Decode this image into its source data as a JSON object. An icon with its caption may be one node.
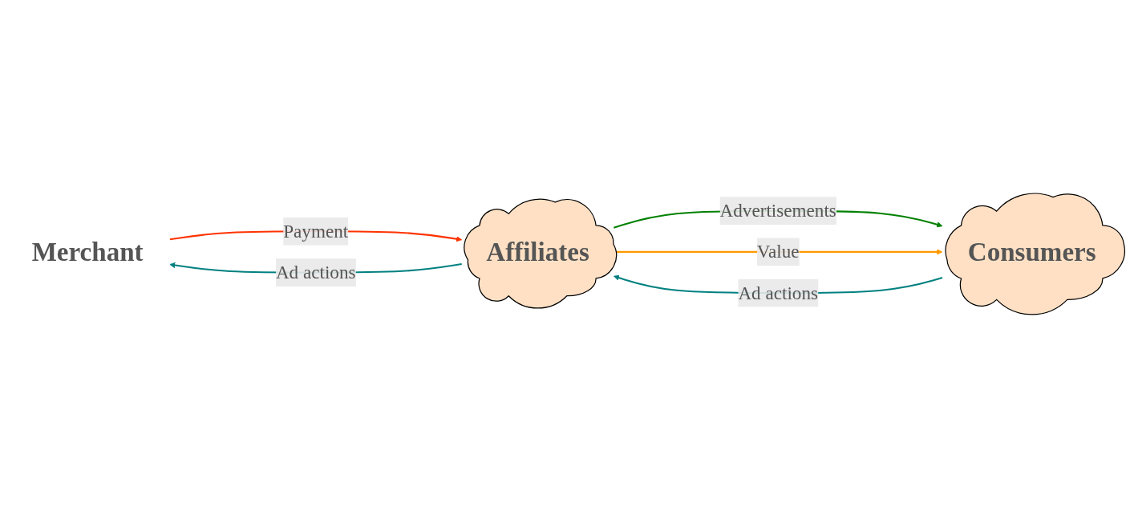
{
  "diagram": {
    "nodes": [
      {
        "text": [
          "Merchant"
        ]
      },
      {
        "text": [
          "Affiliates"
        ]
      },
      {
        "text": [
          "Consumers"
        ]
      }
    ],
    "edges": [
      {
        "from": 0,
        "to": 1,
        "label": "Payment",
        "arrow": "to",
        "color": "#ff3300"
      },
      {
        "from": 1,
        "to": 2,
        "label": "Advertisements",
        "arrow": "to",
        "color": "#008000"
      },
      {
        "from": 1,
        "to": 2,
        "label": "Value",
        "arrow": "to",
        "color": "#ff9900"
      },
      {
        "from": 2,
        "to": 1,
        "label": "Ad actions",
        "arrow": "to",
        "color": "#008080"
      },
      {
        "from": 1,
        "to": 0,
        "label": "Ad actions",
        "arrow": "to",
        "color": "#008080"
      }
    ]
  }
}
